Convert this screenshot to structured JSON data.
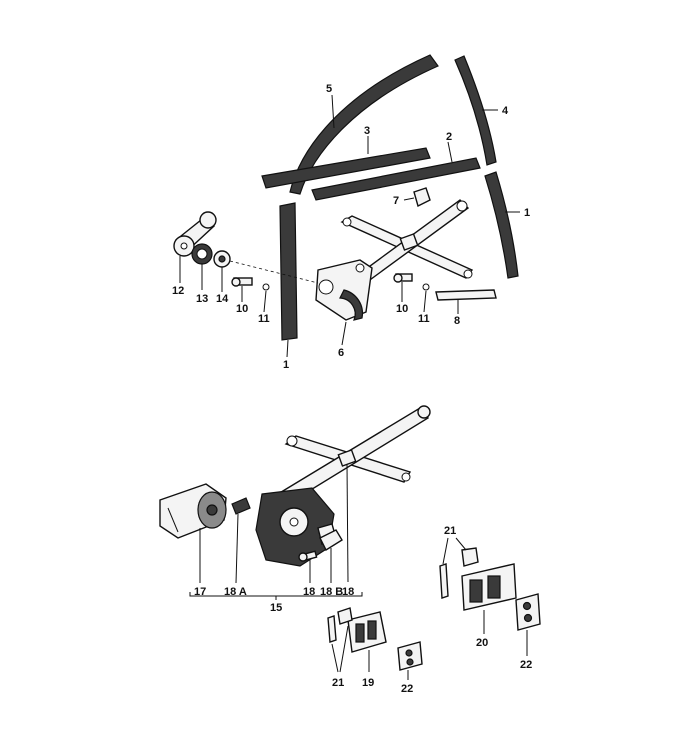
{
  "callouts": {
    "c1a": "1",
    "c1b": "1",
    "c2": "2",
    "c3": "3",
    "c4": "4",
    "c5": "5",
    "c6": "6",
    "c7": "7",
    "c8": "8",
    "c10a": "10",
    "c10b": "10",
    "c11a": "11",
    "c11b": "11",
    "c12": "12",
    "c13": "13",
    "c14": "14",
    "c15": "15",
    "c17": "17",
    "c18a_label": "18 A",
    "c18": "18",
    "c18b": "18 B",
    "c18c": "18",
    "c19": "19",
    "c20": "20",
    "c21a": "21",
    "c21b": "21",
    "c22a": "22",
    "c22b": "22"
  }
}
